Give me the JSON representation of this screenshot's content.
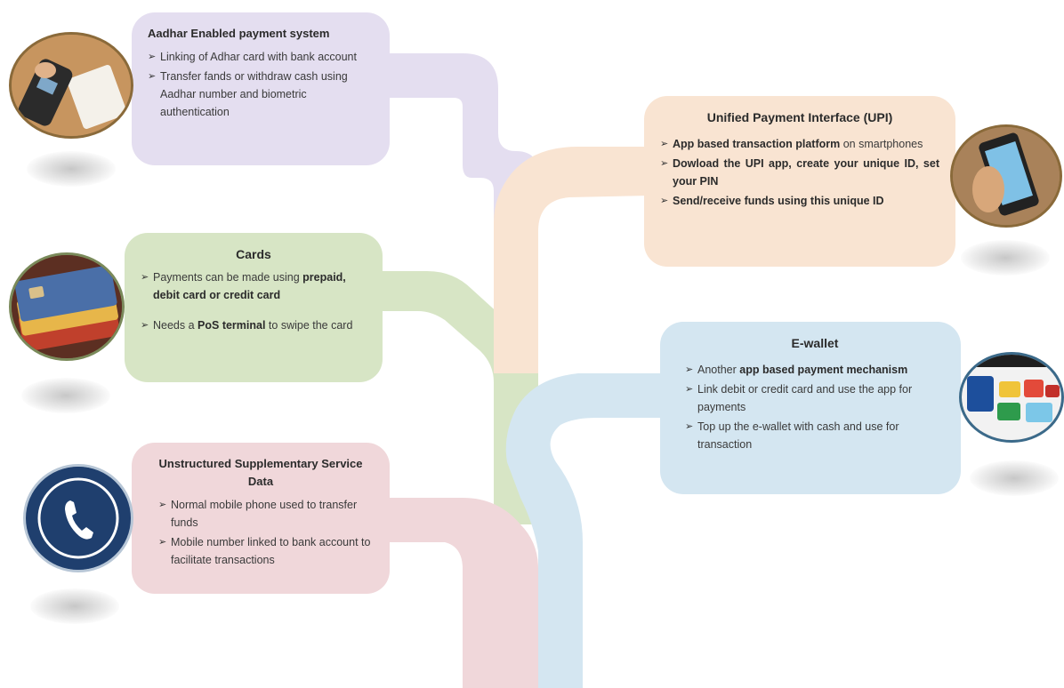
{
  "colors": {
    "aeps": "#e4def0",
    "cards": "#d7e5c5",
    "ussd": "#f0d7da",
    "upi": "#f9e4d2",
    "ewallet": "#d4e6f1"
  },
  "aeps": {
    "title": "Aadhar Enabled payment system",
    "point1": "Linking of Adhar card  with bank account",
    "point2": "Transfer fands or withdraw cash using Aadhar number and biometric authentication",
    "icon": "card-reader-fingerprint-icon"
  },
  "cards": {
    "title": "Cards",
    "point1_pre": "Payments can be made using ",
    "point1_bold": "prepaid, debit card or credit card",
    "point2_pre": "Needs a ",
    "point2_bold": "PoS terminal",
    "point2_post": " to swipe the card",
    "icon": "credit-cards-icon"
  },
  "ussd": {
    "title": "Unstructured Supplementary Service Data",
    "point1": "Normal  mobile phone used to transfer funds",
    "point2": "Mobile number linked to bank account to facilitate transactions",
    "icon": "telephone-handset-icon"
  },
  "upi": {
    "title": "Unified Payment Interface (UPI)",
    "point1_bold": "App based transaction platform",
    "point1_post": " on smartphones",
    "point2_bold": "Dowload the UPI app, create your unique ID, set your PIN",
    "point3_bold": "Send/receive funds using this unique ID",
    "icon": "smartphone-icon"
  },
  "ewallet": {
    "title": "E-wallet",
    "point1_pre": "Another ",
    "point1_bold": "app based payment mechanism",
    "point2": "Link debit or credit card and use the app for payments",
    "point3": "Top up the e-wallet with cash and use for transaction",
    "icon": "ewallet-apps-icon"
  }
}
